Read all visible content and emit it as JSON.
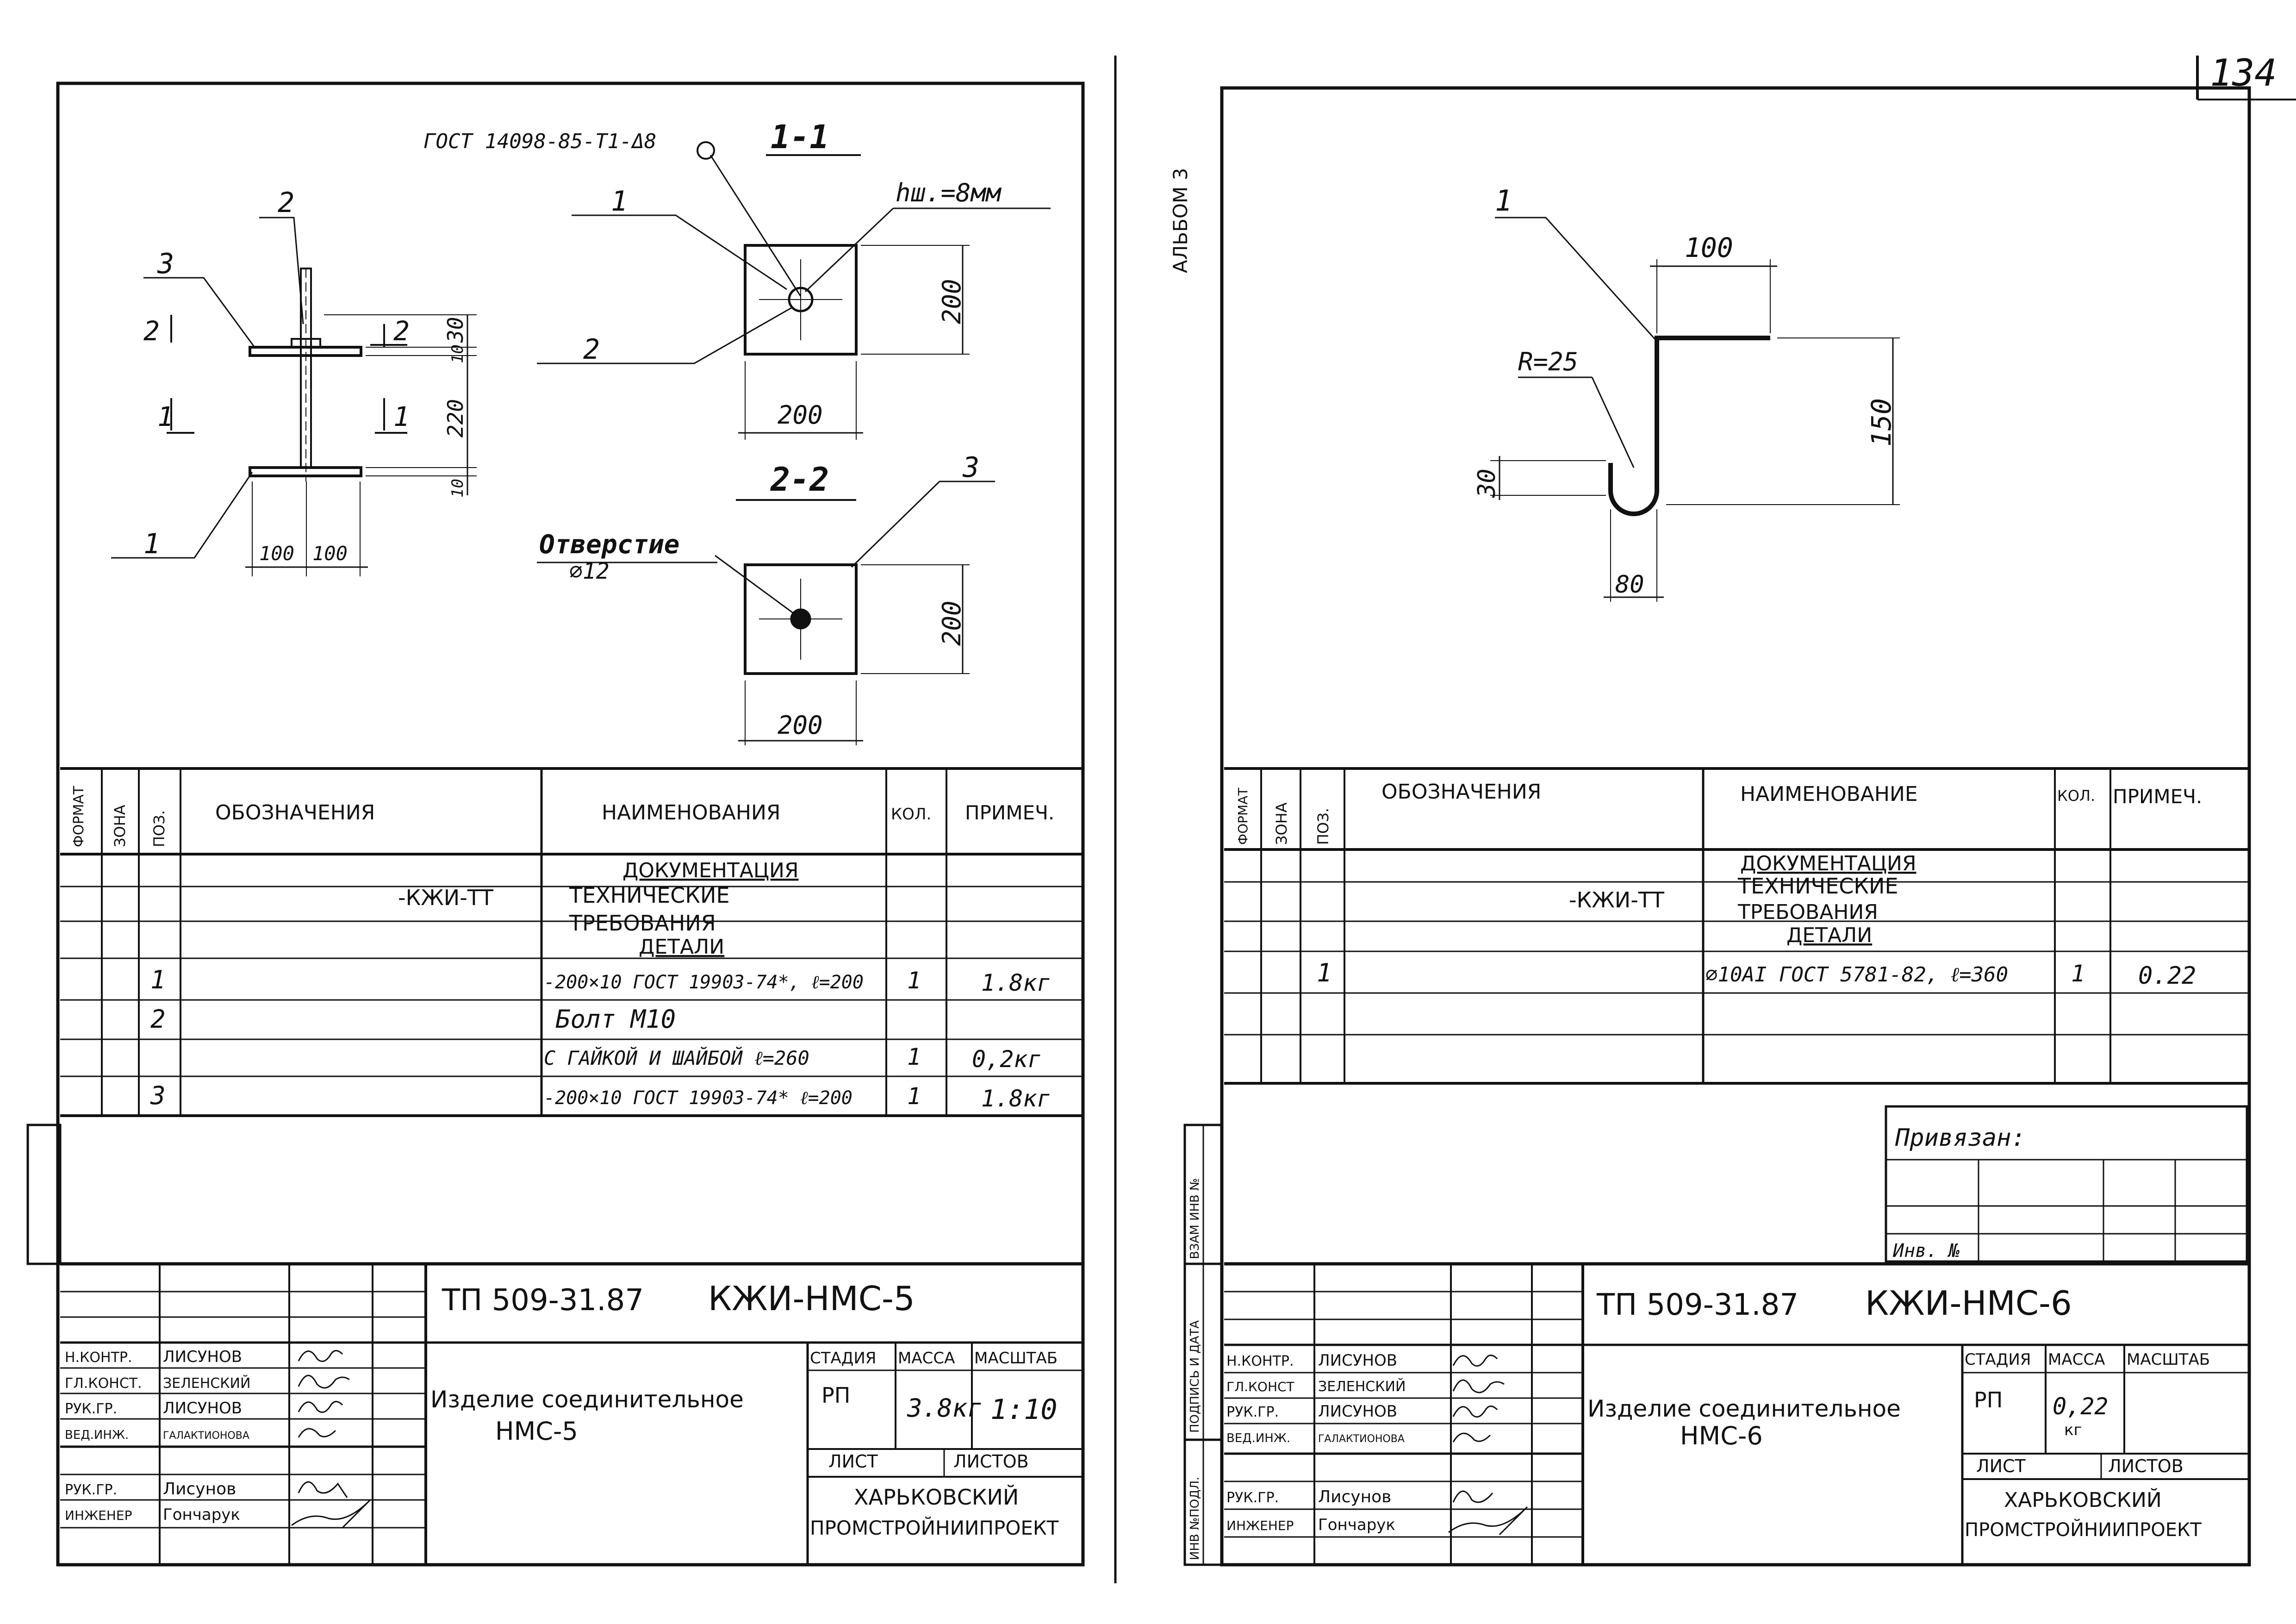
{
  "page_number": "134",
  "album_label": "АЛЬБОМ 3",
  "sheets": [
    {
      "title_code": "ТП 509-31.87",
      "mark": "КЖИ-НМС-5",
      "name_line1": "Изделие соединительное",
      "name_line2": "НМС-5",
      "stage": "РП",
      "mass": "3.8кг",
      "scale": "1:10",
      "organization_line1": "ХАРЬКОВСКИЙ",
      "organization_line2": "ПРОМСТРОЙНИИПРОЕКТ",
      "drawing": {
        "gost_label": "ГОСТ 14098-85-Т1-Δ8",
        "weld_label": "hш.=8мм",
        "section_1": "1-1",
        "section_2": "2-2",
        "hole_label": "Отверстие",
        "hole_dia": "⌀12",
        "dims": {
          "d30": "30",
          "d10a": "10",
          "d220": "220",
          "d10b": "10",
          "d100a": "100",
          "d100b": "100",
          "d200a": "200",
          "d200b": "200",
          "d200c": "200",
          "d200d": "200"
        },
        "callouts": {
          "c1": "1",
          "c2": "2",
          "c3": "3",
          "c2b": "2",
          "c1b": "1",
          "c3b": "3",
          "c1c": "1",
          "c2c": "2"
        },
        "cut_marks": {
          "left2": "2",
          "left1": "1",
          "right2": "2",
          "right1": "1"
        }
      },
      "table": {
        "headers": [
          "ФОРМАТ",
          "ЗОНА",
          "ПОЗ.",
          "ОБОЗНАЧЕНИЯ",
          "НАИМЕНОВАНИЯ",
          "КОЛ.",
          "ПРИМЕЧ."
        ],
        "rows": [
          {
            "pos": "",
            "designation": "",
            "name": "ДОКУМЕНТАЦИЯ",
            "qty": "",
            "note": ""
          },
          {
            "pos": "",
            "designation": "-КЖИ-ТТ",
            "name": "ТЕХНИЧЕСКИЕ",
            "qty": "",
            "note": ""
          },
          {
            "pos": "",
            "designation": "",
            "name": "ТРЕБОВАНИЯ",
            "qty": "",
            "note": ""
          },
          {
            "pos": "",
            "designation": "",
            "name": "ДЕТАЛИ",
            "qty": "",
            "note": ""
          },
          {
            "pos": "1",
            "designation": "",
            "name": "-200×10 ГОСТ 19903-74*, ℓ=200",
            "qty": "1",
            "note": "1.8кг"
          },
          {
            "pos": "2",
            "designation": "",
            "name": "Болт М10",
            "qty": "",
            "note": ""
          },
          {
            "pos": "",
            "designation": "",
            "name": "С ГАЙКОЙ И ШАЙБОЙ ℓ=260",
            "qty": "1",
            "note": "0,2кг"
          },
          {
            "pos": "3",
            "designation": "",
            "name": "-200×10 ГОСТ 19903-74* ℓ=200",
            "qty": "1",
            "note": "1.8кг"
          }
        ]
      },
      "stamp": {
        "roles": [
          "Н.КОНТР.",
          "ГЛ.КОНСТ.",
          "РУК.ГР.",
          "ВЕД.ИНЖ.",
          "РУК.ГР.",
          "ИНЖЕНЕР"
        ],
        "names": [
          "ЛИСУНОВ",
          "ЗЕЛЕНСКИЙ",
          "ЛИСУНОВ",
          "ГАЛАКТИОНОВА",
          "Лисунов",
          "Гончарук"
        ],
        "stage_h": "СТАДИЯ",
        "mass_h": "МАССА",
        "scale_h": "МАСШТАБ",
        "sheet_h": "ЛИСТ",
        "sheets_h": "ЛИСТОВ"
      }
    },
    {
      "title_code": "ТП 509-31.87",
      "mark": "КЖИ-НМС-6",
      "name_line1": "Изделие соединительное",
      "name_line2": "НМС-6",
      "stage": "РП",
      "mass": "0,22",
      "mass_unit": "кг",
      "organization_line1": "ХАРЬКОВСКИЙ",
      "organization_line2": "ПРОМСТРОЙНИИПРОЕКТ",
      "drawing": {
        "callout_1": "1",
        "dim_100": "100",
        "dim_150": "150",
        "dim_30": "30",
        "dim_80": "80",
        "radius": "R=25"
      },
      "table": {
        "headers": [
          "ФОРМАТ",
          "ЗОНА",
          "ПОЗ.",
          "ОБОЗНАЧЕНИЯ",
          "НАИМЕНОВАНИЕ",
          "КОЛ.",
          "ПРИМЕЧ."
        ],
        "rows": [
          {
            "pos": "",
            "designation": "",
            "name": "ДОКУМЕНТАЦИЯ",
            "qty": "",
            "note": ""
          },
          {
            "pos": "",
            "designation": "-КЖИ-ТТ",
            "name": "ТЕХНИЧЕСКИЕ",
            "qty": "",
            "note": ""
          },
          {
            "pos": "",
            "designation": "",
            "name": "ТРЕБОВАНИЯ",
            "qty": "",
            "note": ""
          },
          {
            "pos": "",
            "designation": "",
            "name": "ДЕТАЛИ",
            "qty": "",
            "note": ""
          },
          {
            "pos": "1",
            "designation": "",
            "name": "⌀10АI ГОСТ 5781-82, ℓ=360",
            "qty": "1",
            "note": "0.22"
          }
        ]
      },
      "bound_label": "Привязан:",
      "inv_label": "Инв. №",
      "side_labels": [
        "ИНВ №ПОДЛ.",
        "ПОДПИСЬ И ДАТА",
        "ВЗАМ ИНВ №"
      ],
      "stamp": {
        "roles": [
          "Н.КОНТР.",
          "ГЛ.КОНСТ",
          "РУК.ГР.",
          "ВЕД.ИНЖ.",
          "РУК.ГР.",
          "ИНЖЕНЕР"
        ],
        "names": [
          "ЛИСУНОВ",
          "ЗЕЛЕНСКИЙ",
          "ЛИСУНОВ",
          "ГАЛАКТИОНОВА",
          "Лисунов",
          "Гончарук"
        ],
        "stage_h": "СТАДИЯ",
        "mass_h": "МАССА",
        "scale_h": "МАСШТАБ",
        "sheet_h": "ЛИСТ",
        "sheets_h": "ЛИСТОВ"
      }
    }
  ]
}
